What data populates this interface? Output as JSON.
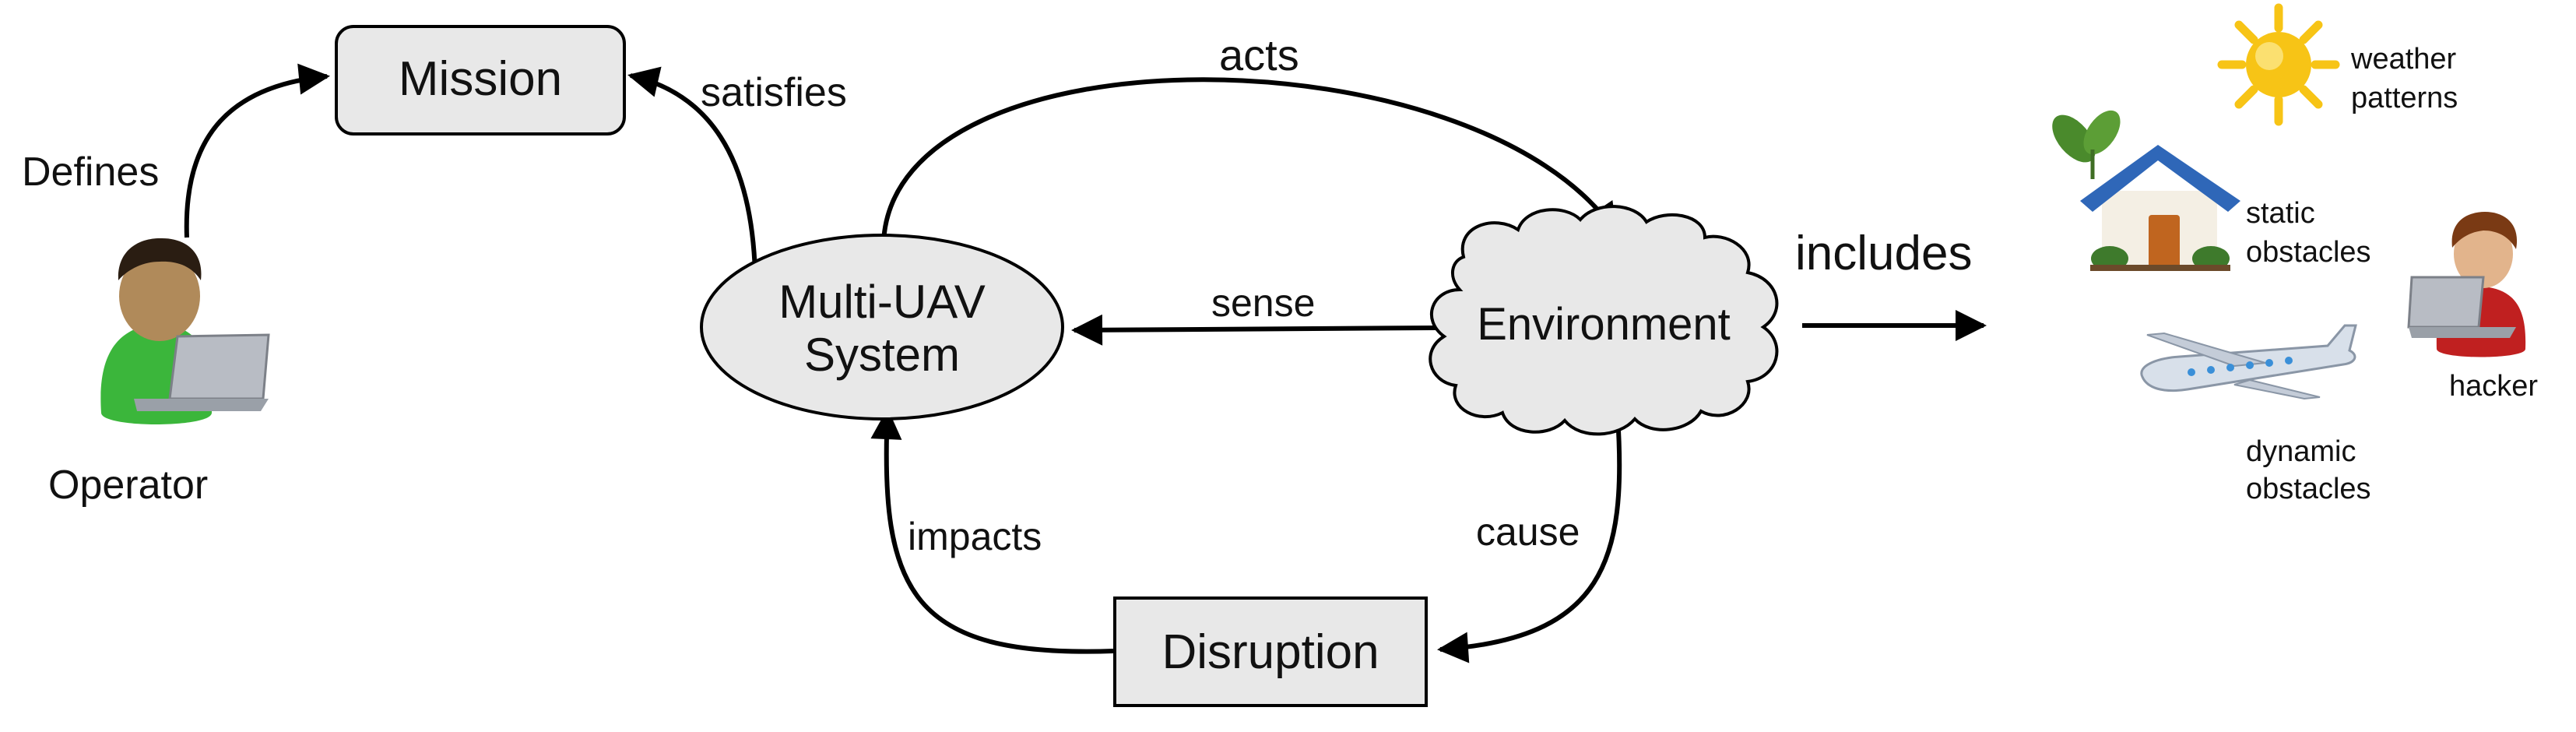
{
  "colors": {
    "node_fill": "#e8e8e8",
    "stroke": "#000000",
    "person_green": "#3bb63b",
    "person_skin": "#b08a5a",
    "hacker_red": "#c02020",
    "laptop": "#b8bcc4",
    "house_roof": "#2f67b8",
    "house_wall": "#f4efe4",
    "sun": "#f7c416",
    "leaf": "#4a8a2c",
    "plane": "#d8e0ea"
  },
  "nodes": {
    "mission": "Mission",
    "system_line1": "Multi-UAV",
    "system_line2": "System",
    "environment": "Environment",
    "disruption": "Disruption",
    "operator": "Operator"
  },
  "edges": {
    "defines": "Defines",
    "satisfies": "satisfies",
    "acts": "acts",
    "sense": "sense",
    "includes": "includes",
    "cause": "cause",
    "impacts": "impacts"
  },
  "environment_items": {
    "weather_line1": "weather",
    "weather_line2": "patterns",
    "static_line1": "static",
    "static_line2": "obstacles",
    "dynamic_line1": "dynamic",
    "dynamic_line2": "obstacles",
    "hacker": "hacker"
  },
  "icons": {
    "operator": "operator-person-laptop-icon",
    "sun": "sun-icon",
    "house": "house-icon",
    "airplane": "airplane-icon",
    "hacker": "hacker-person-laptop-icon"
  }
}
